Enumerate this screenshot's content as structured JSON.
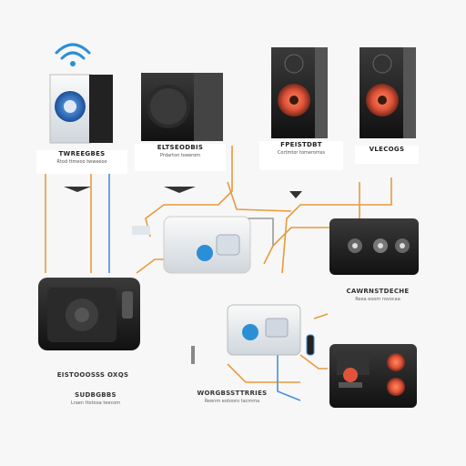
{
  "colors": {
    "background": "#f7f7f7",
    "cable_orange": "#e89a3c",
    "cable_blue": "#4a8fd8",
    "wifi_blue": "#2b8fd6",
    "speaker_red": "#e0533a",
    "dark_device": "#1c1c1c"
  },
  "icons": [
    "wifi-icon",
    "speaker-icon",
    "amplifier-icon",
    "receiver-icon",
    "hub-icon"
  ],
  "labels": {
    "top1": {
      "title": "TWREEGBES",
      "sub": "Rtod ttmeoo twweeoo"
    },
    "top2": {
      "title": "ELTSEODBIS",
      "sub": "Prdarton toeerom"
    },
    "top3": {
      "title": "FPEISTDBT",
      "sub": "Cortmtor tomeromss"
    },
    "top4": {
      "title": "VLECOGS",
      "sub": ""
    },
    "right_mid": {
      "title": "CAWRNSTDECHE",
      "sub": "Reea eoom rovocaa"
    },
    "left_bottom": {
      "title": "SUDBGBBS",
      "sub": "Lraen ttotooa teecom"
    },
    "center_bottom": {
      "title": "WORGBSSTTRRIES",
      "sub": "Reenm eotooro tacmma"
    },
    "left_tag": {
      "title": "EISTOOOSSS  OXQS",
      "sub": ""
    }
  }
}
